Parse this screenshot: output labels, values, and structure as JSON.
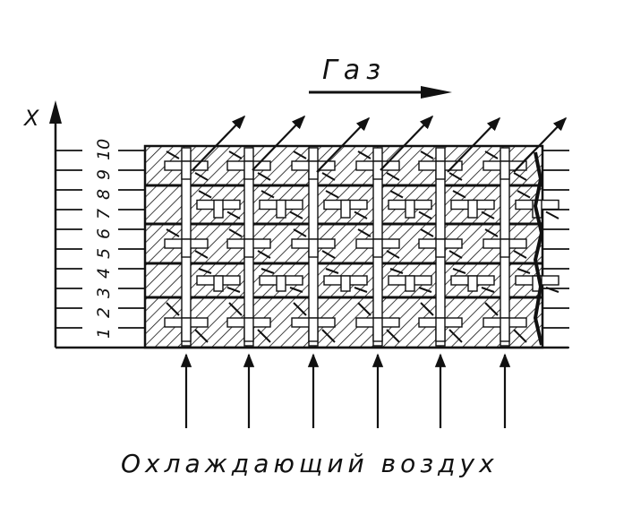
{
  "diagram": {
    "gas_label": "Газ",
    "air_label": "Охлаждающий воздух",
    "axis_label": "X",
    "layer_numbers": [
      "1",
      "2",
      "3",
      "4",
      "5",
      "6",
      "7",
      "8",
      "9",
      "10"
    ],
    "colors": {
      "ink": "#111111",
      "background": "#ffffff"
    }
  }
}
